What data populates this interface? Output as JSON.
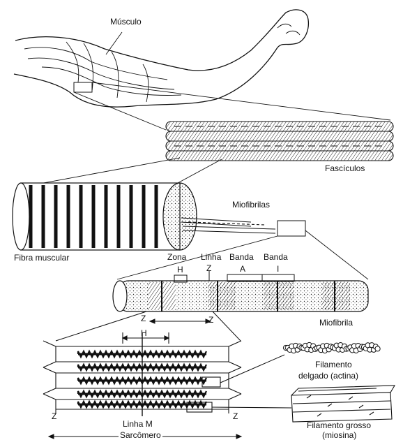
{
  "labels": {
    "musculo": "Músculo",
    "fasciculos": "Fascículos",
    "miofibrilas": "Miofibrilas",
    "fibra_muscular": "Fibra muscular",
    "zona": "Zona",
    "linha": "Linha",
    "banda_1": "Banda",
    "banda_2": "Banda",
    "h_top": "H",
    "z_top": "Z",
    "a_band": "A",
    "i_band": "I",
    "miofibrila": "Miofibrila",
    "z_left_mid": "Z",
    "z_right_mid": "Z",
    "h_lower": "H",
    "z_bottom_left": "Z",
    "z_bottom_right": "Z",
    "linha_m": "Linha M",
    "sarcomero": "Sarcômero",
    "filamento_delgado_1": "Filamento",
    "filamento_delgado_2": "delgado (actina)",
    "filamento_grosso_1": "Filamento grosso",
    "filamento_grosso_2": "(miosina)"
  },
  "colors": {
    "ink": "#111111",
    "paper": "#ffffff"
  }
}
